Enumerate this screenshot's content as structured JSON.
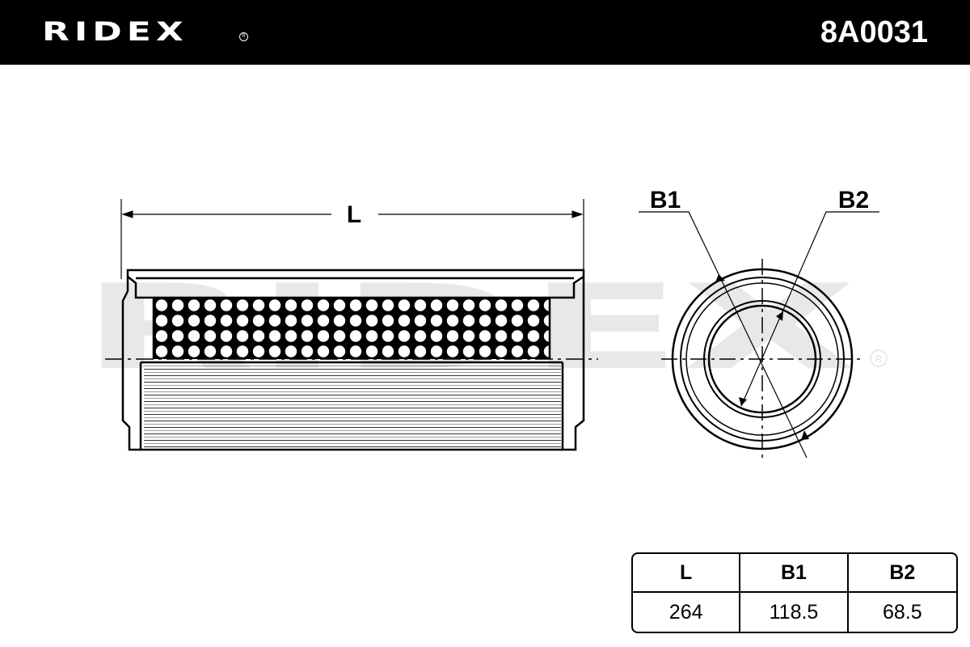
{
  "header": {
    "brand": "RIDEX",
    "part_number": "8A0031",
    "background": "#000000",
    "text_color": "#ffffff"
  },
  "drawing": {
    "dimension_labels": {
      "length": "L",
      "outer_diameter": "B1",
      "inner_diameter": "B2"
    },
    "watermark": "RIDEX",
    "watermark_color": "#e8e8e8",
    "line_color": "#000000"
  },
  "spec_table": {
    "headers": [
      "L",
      "B1",
      "B2"
    ],
    "values": [
      "264",
      "118.5",
      "68.5"
    ]
  }
}
